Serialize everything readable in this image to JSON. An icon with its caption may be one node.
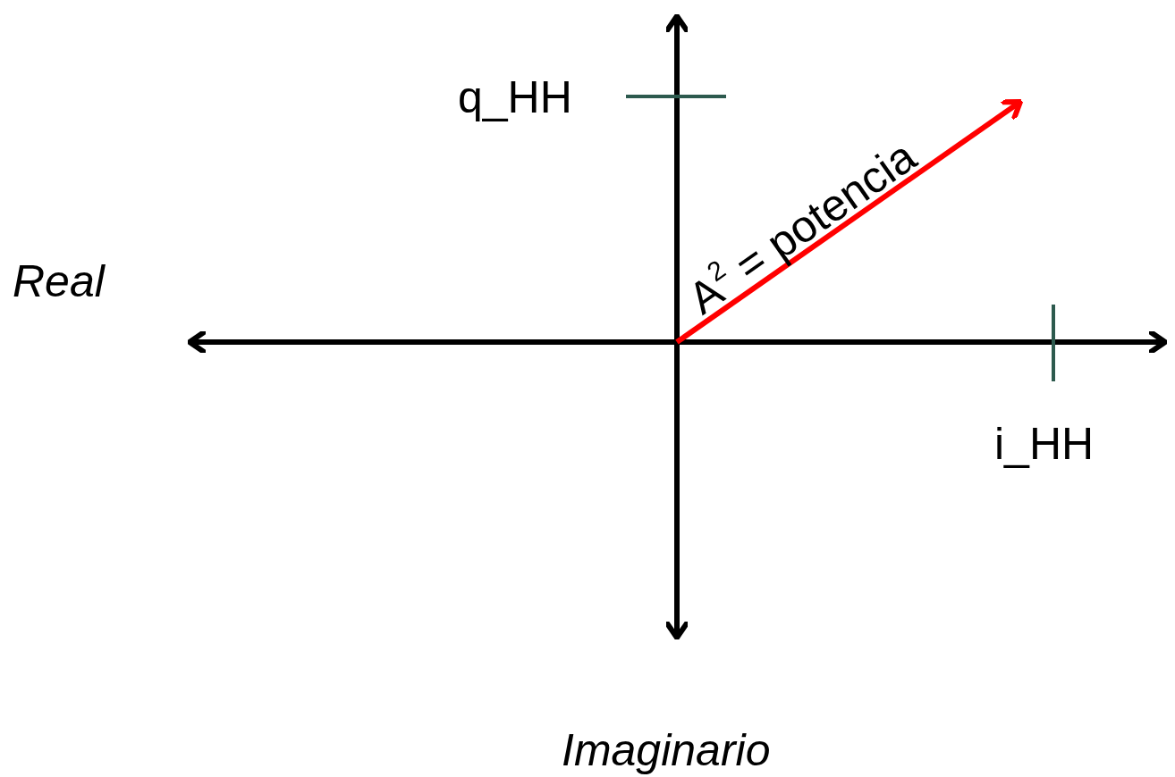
{
  "diagram": {
    "labels": [
      "q_HH",
      "A$^{2}$ = potencia",
      "Real",
      "i_HH",
      "Imaginario"
    ]
  }
}
